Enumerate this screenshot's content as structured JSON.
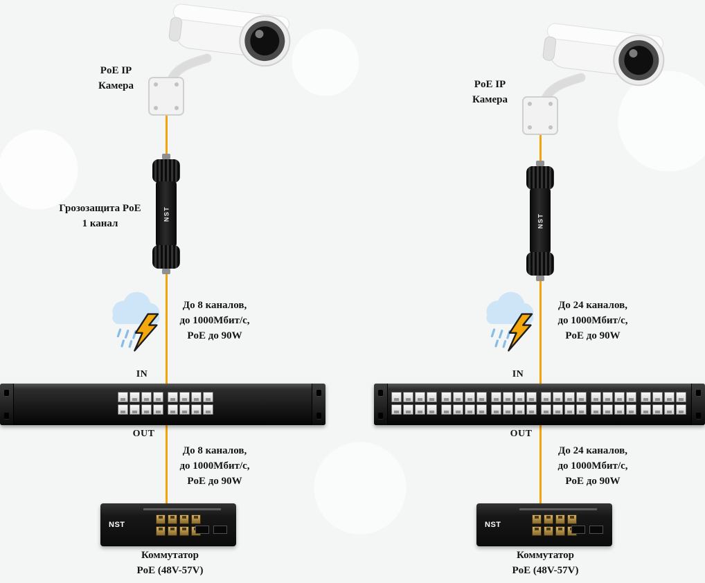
{
  "colors": {
    "background": "#f4f6f6",
    "cable": "#F4A30A",
    "cloud": "#CDE5F7",
    "rain": "#85BCE8",
    "bolt": "#F5A80C"
  },
  "left": {
    "camera_label": "PoE IP\nКамера",
    "surge_label": "Грозозащита PoE\n1 канал",
    "spec_top": "До 8 каналов,\nдо 1000Мбит/с,\nPoE до 90W",
    "in_label": "IN",
    "out_label": "OUT",
    "spec_bottom": "До 8 каналов,\nдо 1000Мбит/с,\nPoE до 90W",
    "switch_label": "Коммутатор\nPoE (48V-57V)",
    "brand": "NST",
    "panel": {
      "port_groups": 2,
      "ports_per_group": 8,
      "total_ports": 16
    },
    "switch": {
      "rj45_ports": 8,
      "sfp_ports": 2
    }
  },
  "right": {
    "camera_label": "PoE IP\nКамера",
    "spec_top": "До 24 каналов,\nдо 1000Мбит/с,\nPoE до 90W",
    "in_label": "IN",
    "out_label": "OUT",
    "spec_bottom": "До 24 каналов,\nдо 1000Мбит/с,\nPoE до 90W",
    "switch_label": "Коммутатор\nPoE (48V-57V)",
    "brand": "NST",
    "panel": {
      "port_groups": 6,
      "ports_per_group": 8,
      "total_ports": 48
    },
    "switch": {
      "rj45_ports": 8,
      "sfp_ports": 2
    }
  }
}
